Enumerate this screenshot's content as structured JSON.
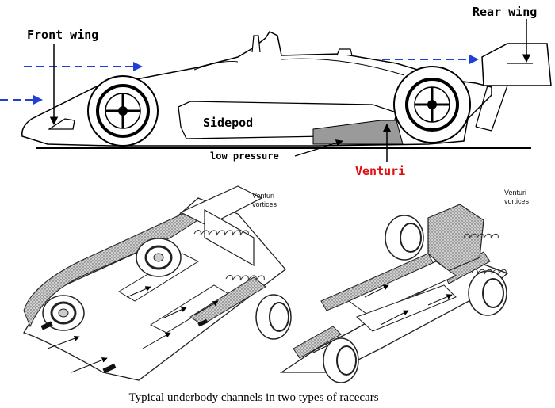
{
  "top_diagram": {
    "labels": {
      "front_wing": "Front wing",
      "rear_wing": "Rear wing",
      "sidepod": "Sidepod",
      "low_pressure": "low pressure",
      "venturi": "Venturi"
    },
    "colors": {
      "airflow_arrow": "#1f3fd6",
      "venturi_label": "#e01010",
      "venturi_fill": "#9a9a9a"
    }
  },
  "bottom_diagram": {
    "left_car_label": "Venturi vortices",
    "right_car_label": "Venturi vortices",
    "caption": "Typical underbody channels in two types of racecars"
  }
}
